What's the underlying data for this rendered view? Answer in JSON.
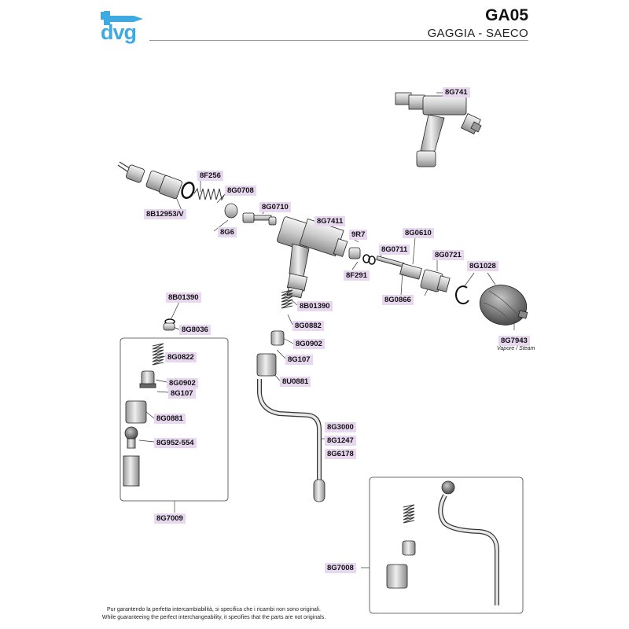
{
  "header": {
    "logo_text": "dvg",
    "model_code": "GA05",
    "brands": "GAGGIA - SAECO"
  },
  "parts": [
    "8G741",
    "8F256",
    "8G0708",
    "8G0710",
    "8B12953/V",
    "8G6",
    "8G7411",
    "9R7",
    "8G0610",
    "8G0711",
    "8G0721",
    "8G1028",
    "8F291",
    "8G0866",
    "8B01390",
    "8B01390",
    "8G8036",
    "8G0882",
    "8G0902",
    "8G0822",
    "8G107",
    "8G0902",
    "8U0881",
    "8G107",
    "8G0881",
    "8G952-554",
    "8G3000",
    "8G1247",
    "8G6178",
    "8G7943",
    "8G7009",
    "8G7008"
  ],
  "note_vapore": "Vapore / Steam",
  "footer": {
    "line1": "Pur garantendo la perfetta intercambiabilità, si specifica che i ricambi non sono originali.",
    "line2": "While guaranteeing the perfect interchangeability, it specifies that the parts are not originals."
  }
}
